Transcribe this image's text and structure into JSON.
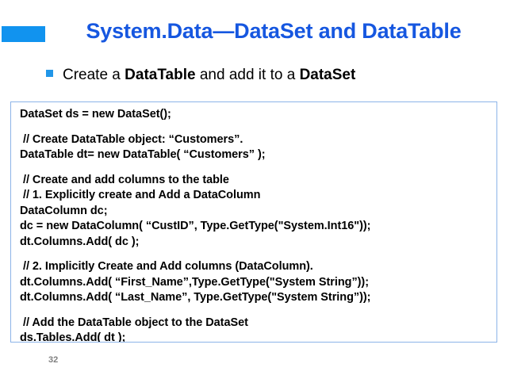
{
  "slide": {
    "title": "System.Data—DataSet and DataTable",
    "title_color": "#1657e0",
    "marker_color": "#1193ef",
    "page_number": "32"
  },
  "bullet": {
    "marker": "blue-square-bullet",
    "marker_color": "#2196e8",
    "text_parts": [
      {
        "text": "Create a ",
        "bold": false
      },
      {
        "text": "DataTable",
        "bold": true
      },
      {
        "text": " and add it to a ",
        "bold": false
      },
      {
        "text": "DataSet",
        "bold": true
      }
    ],
    "text_plain": "Create a DataTable and add it to a DataSet"
  },
  "code_box": {
    "border_color": "#8db4e8",
    "background": "#ffffff",
    "lines": [
      "DataSet ds = new DataSet();",
      "",
      " // Create DataTable object: “Customers”.",
      "DataTable dt= new DataTable( “Customers” );",
      "",
      " // Create and add columns to the table",
      " // 1. Explicitly create and Add a DataColumn",
      "DataColumn dc;",
      "dc = new DataColumn( “CustID”, Type.GetType(\"System.Int16\"));",
      "dt.Columns.Add( dc );",
      "",
      " // 2. Implicitly Create and Add columns (DataColumn).",
      "dt.Columns.Add( “First_Name”,Type.GetType(\"System String”));",
      "dt.Columns.Add( “Last_Name”, Type.GetType(\"System String”));",
      "",
      " // Add the DataTable object to the DataSet",
      "ds.Tables.Add( dt );"
    ]
  }
}
